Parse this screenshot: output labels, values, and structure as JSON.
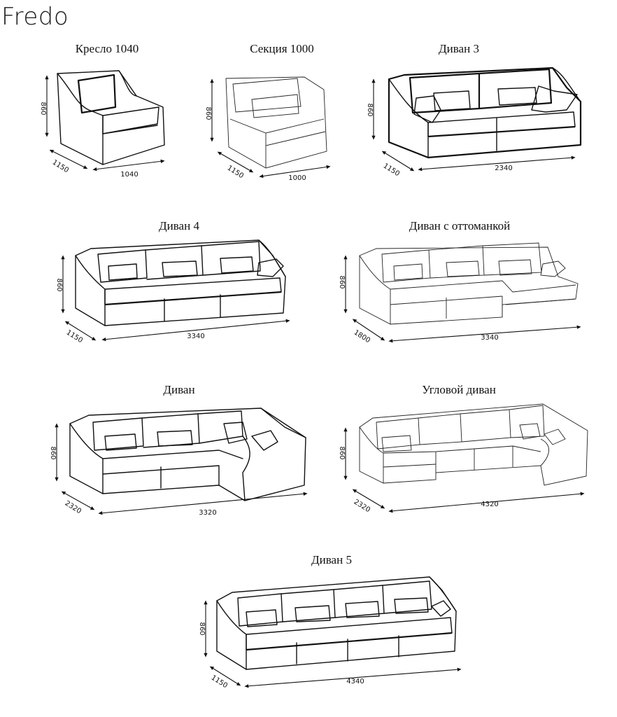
{
  "brand": "Fredo",
  "items": [
    {
      "name": "Кресло 1040",
      "height": "860",
      "depth": "1150",
      "width": "1040"
    },
    {
      "name": "Секция 1000",
      "height": "860",
      "depth": "1150",
      "width": "1000"
    },
    {
      "name": "Диван 3",
      "height": "860",
      "depth": "1150",
      "width": "2340"
    },
    {
      "name": "Диван 4",
      "height": "860",
      "depth": "1150",
      "width": "3340"
    },
    {
      "name": "Диван с оттоманкой",
      "height": "860",
      "depth": "1800",
      "width": "3340"
    },
    {
      "name": "Диван",
      "height": "860",
      "depth": "2320",
      "width": "3320"
    },
    {
      "name": "Угловой диван",
      "height": "860",
      "depth": "2320",
      "width": "4320"
    },
    {
      "name": "Диван 5",
      "height": "860",
      "depth": "1150",
      "width": "4340"
    }
  ]
}
